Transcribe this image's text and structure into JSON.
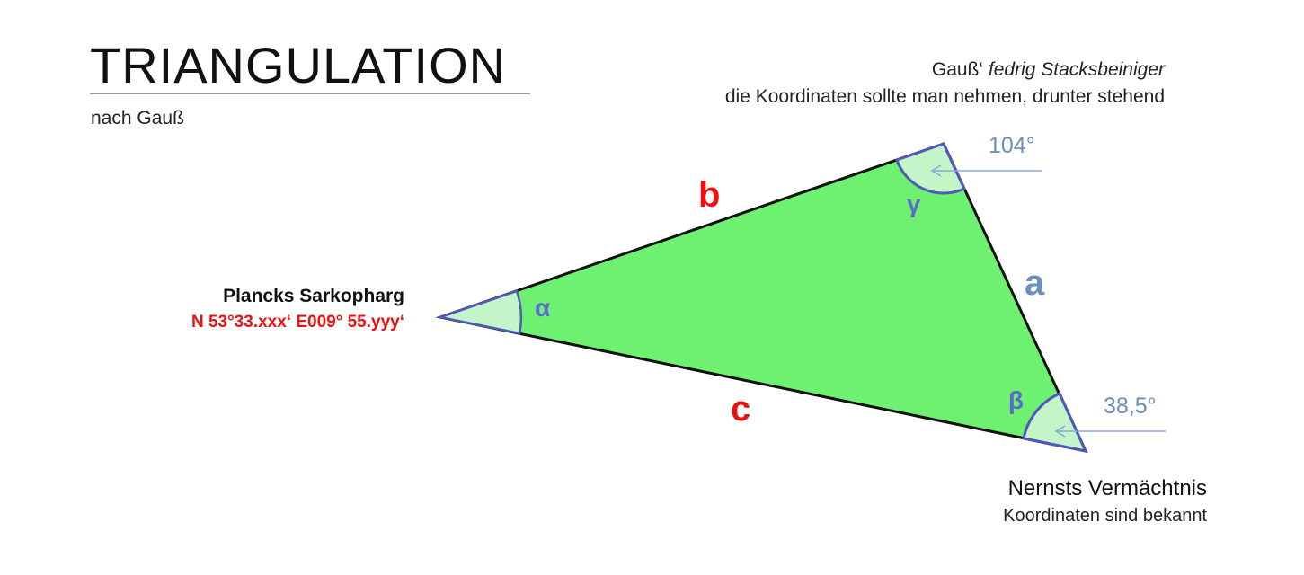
{
  "header": {
    "title": "TRIANGULATION",
    "subtitle": "nach Gauß"
  },
  "vertices": {
    "top": {
      "name_prefix": "Gauß‘ ",
      "name_italic": "fedrig Stacksbeiniger",
      "description": "die Koordinaten sollte man nehmen, drunter stehend",
      "angle_label": "γ",
      "angle_value": "104°"
    },
    "left": {
      "name": "Plancks Sarkopharg",
      "coordinates": "N 53°33.xxx‘ E009° 55.yyy‘",
      "angle_label": "α"
    },
    "bottom_right": {
      "name": "Nernsts Vermächtnis",
      "description": "Koordinaten sind bekannt",
      "angle_label": "β",
      "angle_value": "38,5°"
    }
  },
  "sides": {
    "a": "a",
    "b": "b",
    "c": "c"
  },
  "colors": {
    "fill": "#6ef070",
    "wedge": "#c4f5c8",
    "wedge_stroke": "#5058b8",
    "side_red": "#ee1111",
    "side_blue": "#6a8fc0",
    "arrow": "#8aa8d8"
  }
}
